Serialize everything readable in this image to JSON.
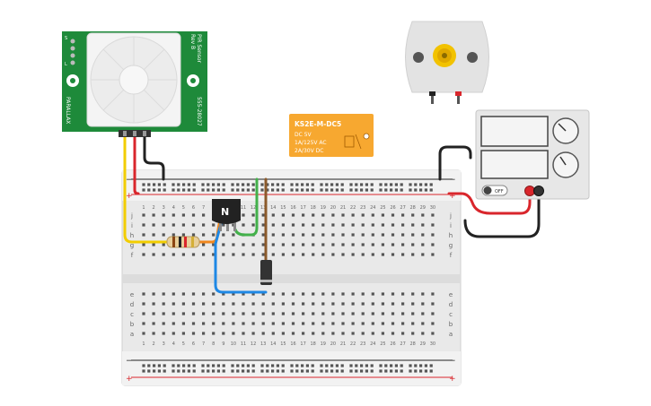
{
  "pir_sensor": {
    "title": "PIR Sensor",
    "revision": "Rev B",
    "part_number": "555-28027",
    "brand": "PARALLAX",
    "mode_letters": [
      "S",
      "",
      "",
      "L"
    ]
  },
  "relay": {
    "model": "KS2E-M-DC5",
    "lines": [
      "DC 5V",
      "1A/125V AC",
      "2A/30V DC"
    ]
  },
  "transistor": {
    "label": "N"
  },
  "power_supply": {
    "switch_label": "OFF",
    "display_1": "",
    "display_2": ""
  },
  "breadboard": {
    "row_letters_top": [
      "j",
      "i",
      "h",
      "g",
      "f"
    ],
    "row_letters_bottom": [
      "e",
      "d",
      "c",
      "b",
      "a"
    ],
    "column_count": 30,
    "rail_plus": "+",
    "rail_minus": "−"
  },
  "wire_colors": {
    "yellow": "#f2cd00",
    "red": "#d9262c",
    "black": "#222222",
    "green": "#43b14b",
    "blue": "#1e88e5",
    "brown": "#8b5a2b",
    "orange": "#f0871e"
  }
}
